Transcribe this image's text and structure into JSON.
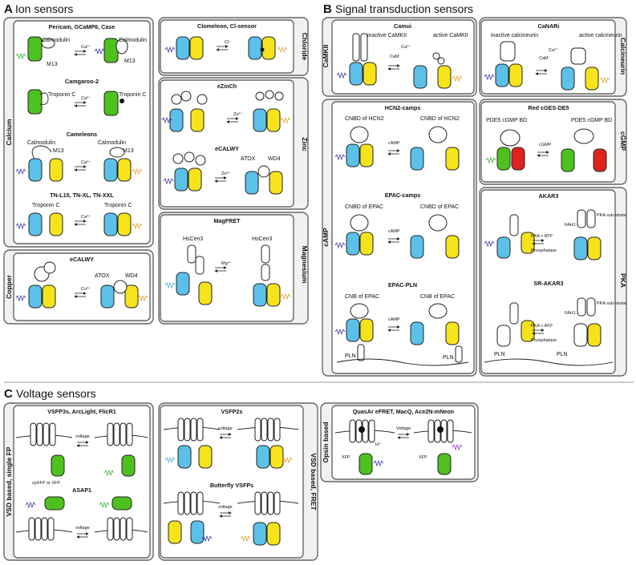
{
  "sections": {
    "A": {
      "letter": "A",
      "title": "Ion sensors"
    },
    "B": {
      "letter": "B",
      "title": "Signal transduction sensors"
    },
    "C": {
      "letter": "C",
      "title": "Voltage sensors"
    }
  },
  "side_labels": {
    "calcium": "Calcium",
    "copper": "Copper",
    "chloride": "Chloride",
    "zinc": "Zinc",
    "magnesium": "Magnesium",
    "camkii": "CaMKII",
    "calcineurin": "Calcineurin",
    "camp": "cAMP",
    "cgmp": "cGMP",
    "pka": "PKA",
    "vsd_single": "VSD based, single FP",
    "vsd_fret": "VSD based, FRET",
    "opsin": "Opsin based"
  },
  "panels": {
    "pericam": {
      "title": "Pericam, GCaMP6, Case",
      "left_label": "Calmodulin",
      "left_sub": "M13",
      "right_label": "Calmodulin",
      "right_sub": "M13",
      "ion": "Ca²⁺"
    },
    "camgaroo": {
      "title": "Camgaroo-2",
      "left_label": "Troponin C",
      "right_label": "Troponin C",
      "ion": "Ca²⁺"
    },
    "cameleons": {
      "title": "Cameleons",
      "left_label": "Calmodulin",
      "left_sub": "M13",
      "right_label": "Calmodulin",
      "right_sub": "M13",
      "ion": "Ca²⁺"
    },
    "tnl15": {
      "title": "TN-L15, TN-XL, TN-XXL",
      "left_label": "Troponin C",
      "right_label": "Troponin C",
      "ion": "Ca²⁺"
    },
    "ecalwy_cu": {
      "title": "eCALWY",
      "label_a": "ATOX",
      "label_b": "WD4",
      "ion": "Cu²⁺"
    },
    "clomeleon": {
      "title": "Clomeleon, Cl-sensor",
      "ion": "Cl⁻"
    },
    "ezinch": {
      "title": "eZinCh",
      "ion": "Zn²⁺"
    },
    "ecalwy_zn": {
      "title": "eCALWY",
      "label_a": "ATOX",
      "label_b": "WD4",
      "ion": "Zn²⁺"
    },
    "magfret": {
      "title": "MagFRET",
      "left_label": "HsCen3",
      "right_label": "HsCen3",
      "ion": "Mg²⁺"
    },
    "camui": {
      "title": "Camui",
      "left_label": "inactive CaMKII",
      "right_label": "active CaMKII",
      "ligand": "CaM",
      "ion": "Ca²⁺"
    },
    "canari": {
      "title": "CaNARi",
      "left_label": "inactive calcineurin",
      "right_label": "active calcineurin",
      "ligand": "CaM",
      "ion": "Ca²⁺"
    },
    "hcn2": {
      "title": "HCN2-camps",
      "left_label": "CNBD of HCN2",
      "right_label": "CNBD of HCN2",
      "ligand": "cAMP"
    },
    "epac": {
      "title": "EPAC-camps",
      "left_label": "CNBD of EPAC",
      "right_label": "CNBD of EPAC",
      "ligand": "cAMP"
    },
    "epacpln": {
      "title": "EPAC-PLN",
      "left_label": "CNB of EPAC",
      "right_label": "CNB of EPAC",
      "ligand": "cAMP",
      "left_sub": "PLN",
      "right_sub": "PLN"
    },
    "redcges": {
      "title": "Red cGES-DE5",
      "left_label": "PDE5 cGMP BD",
      "right_label": "PDE5 cGMP BD",
      "ligand": "cGMP"
    },
    "akar3": {
      "title": "AKAR3",
      "fha": "FAH1 BD",
      "pka_sub": "PKA sub-strate",
      "fwd": "PKA + ATP",
      "rev": "Phosphatase"
    },
    "srakar3": {
      "title": "SR-AKAR3",
      "fha": "FAH1 BD",
      "pka_sub": "PKA sub-strate",
      "fwd": "PKA + ATP",
      "rev": "Phosphatase",
      "sub": "PLN"
    },
    "vsfp3": {
      "title": "VSFP3s, ArcLight, FlicR1",
      "stim": "voltage",
      "fp_label": "cpXFP or XFP"
    },
    "asap1": {
      "title": "ASAP1",
      "stim": "voltage"
    },
    "vsfp2": {
      "title": "VSFP2s",
      "stim": "voltage"
    },
    "butterfly": {
      "title": "Butterfly VSFPs",
      "stim": "voltage"
    },
    "quasar": {
      "title": "QuasAr eFRET, MacQ, Ace2N-mNeon",
      "stim": "Voltage",
      "fp_label_l": "XFP",
      "fp_label_r": "XFP",
      "proton": "H⁺"
    }
  },
  "colors": {
    "cfp": "#5bc1e8",
    "yfp": "#f6e31c",
    "gfp": "#4ec11f",
    "rfp": "#e0221f",
    "panel_bg": "#f1f1f1"
  }
}
